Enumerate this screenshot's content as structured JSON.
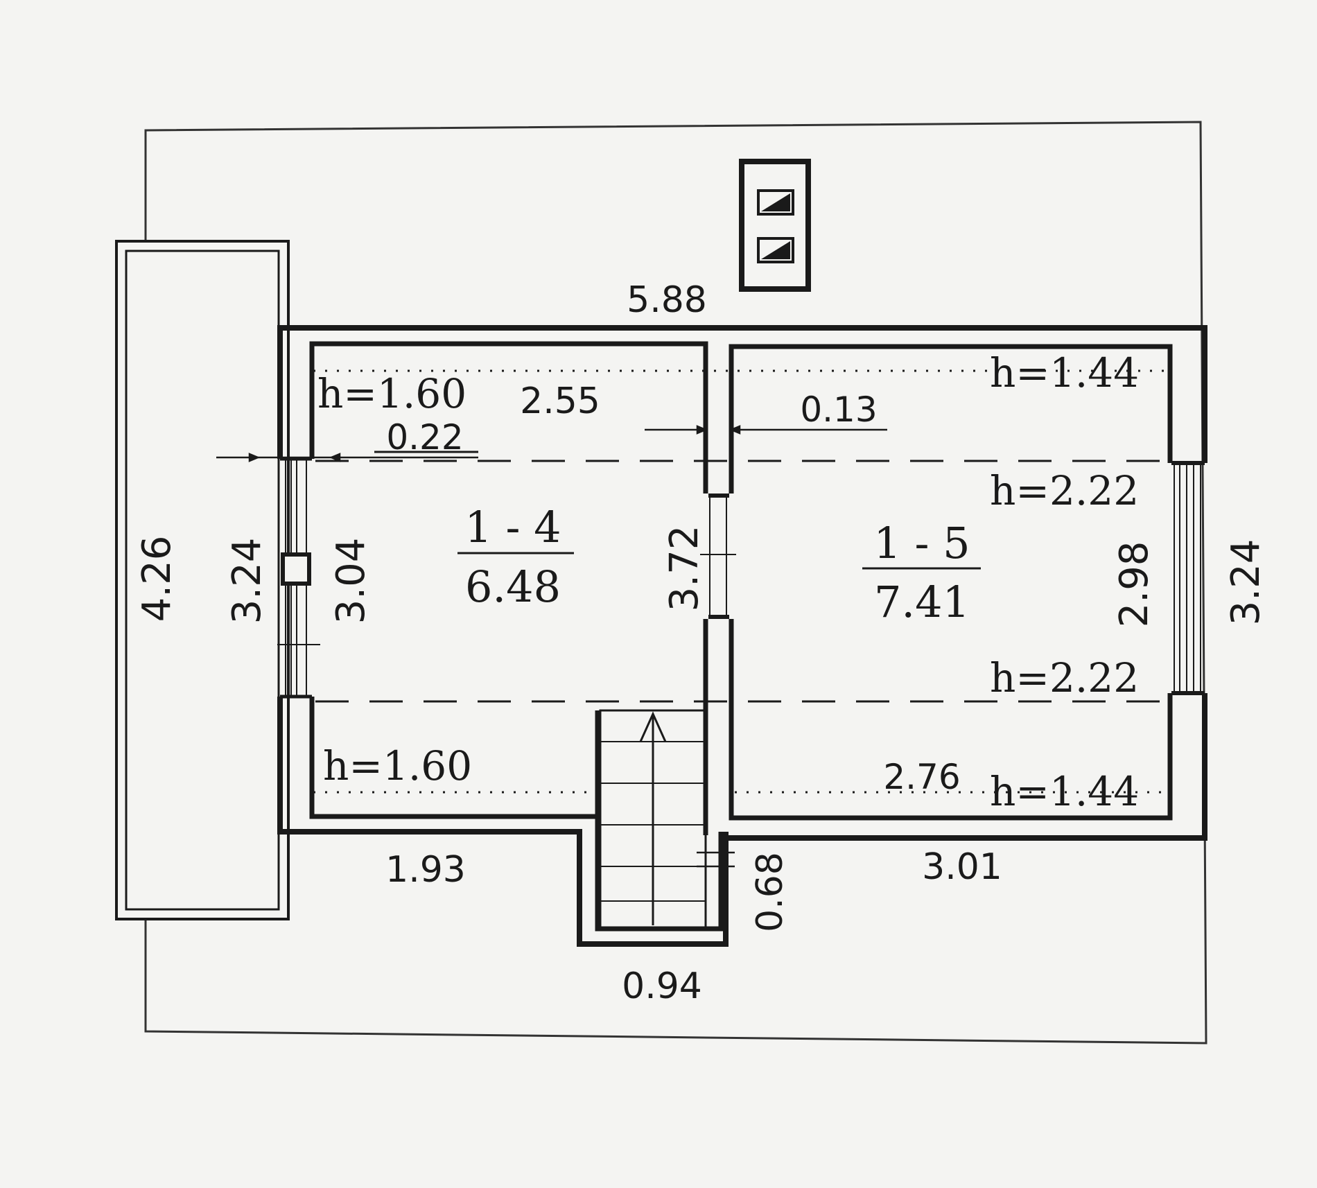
{
  "colors": {
    "paper": "#f4f4f2",
    "ink": "#1a1a1a"
  },
  "icons": {
    "chimney": "chimney-icon",
    "stairs": "stairs-icon",
    "window": "window-icon",
    "balcony": "balcony-icon"
  },
  "rooms": {
    "room_1_4": {
      "number": "1 - 4",
      "area": "6.48"
    },
    "room_1_5": {
      "number": "1 - 5",
      "area": "7.41"
    }
  },
  "dimensions": {
    "top_width": "5.88",
    "room_1_4_width": "2.55",
    "wall_offset_left": "0.22",
    "partition_gap": "0.13",
    "balcony_length": "4.26",
    "left_window_height": "3.24",
    "room_1_4_depth": "3.04",
    "partition_length": "3.72",
    "right_window_height": "2.98",
    "right_outer_height": "3.24",
    "bottom_left_width": "1.93",
    "room_1_5_bottom_width": "2.76",
    "bottom_right_width": "3.01",
    "stair_depth": "0.68",
    "stair_width": "0.94"
  },
  "heights": {
    "left_top": "h=1.60",
    "left_bottom": "h=1.60",
    "right_top": "h=1.44",
    "right_mid_top": "h=2.22",
    "right_mid_bottom": "h=2.22",
    "right_bottom": "h=1.44"
  }
}
